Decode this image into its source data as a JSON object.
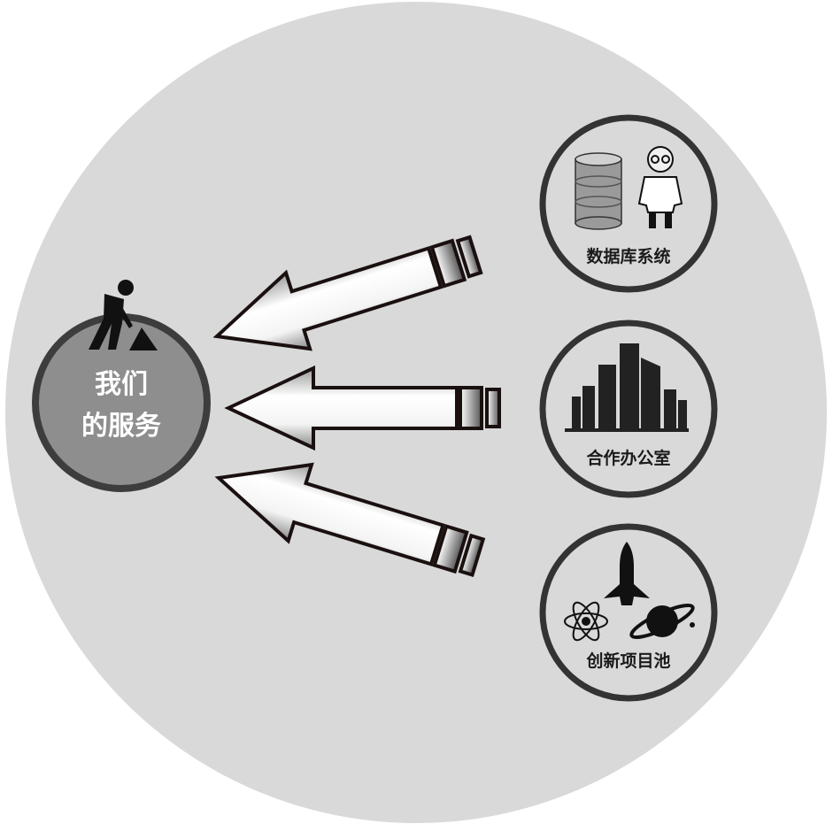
{
  "center": {
    "line1": "我们",
    "line2": "的服务",
    "icon": "worker-digging-icon"
  },
  "sources": [
    {
      "label": "数据库系统",
      "icons": [
        "database-icon",
        "scientist-icon"
      ]
    },
    {
      "label": "合作办公室",
      "icons": [
        "city-buildings-icon"
      ]
    },
    {
      "label": "创新项目池",
      "icons": [
        "space-shuttle-icon",
        "atom-icon",
        "planet-icon"
      ]
    }
  ],
  "colors": {
    "background_circle": "#d9d9d9",
    "center_fill": "#8c8c8c",
    "border": "#3a3a3a"
  }
}
